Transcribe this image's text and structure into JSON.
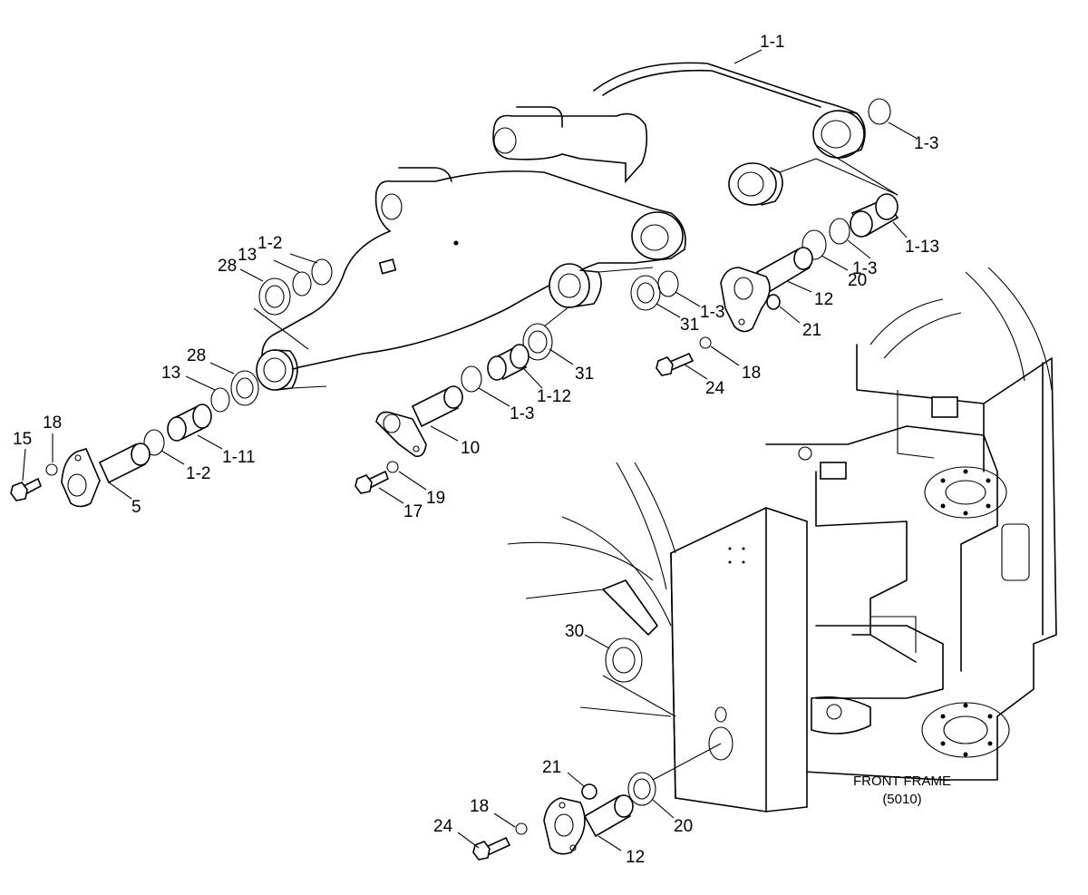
{
  "labels": [
    {
      "id": "p1-1",
      "text": "1-1"
    },
    {
      "id": "p1-3a",
      "text": "1-3"
    },
    {
      "id": "p1-13",
      "text": "1-13"
    },
    {
      "id": "p1-3b",
      "text": "1-3"
    },
    {
      "id": "p20a",
      "text": "20"
    },
    {
      "id": "p12a",
      "text": "12"
    },
    {
      "id": "p21a",
      "text": "21"
    },
    {
      "id": "p18a",
      "text": "18"
    },
    {
      "id": "p24a",
      "text": "24"
    },
    {
      "id": "p31a",
      "text": "31"
    },
    {
      "id": "p1-3c",
      "text": "1-3"
    },
    {
      "id": "p31b",
      "text": "31"
    },
    {
      "id": "p1-12",
      "text": "1-12"
    },
    {
      "id": "p1-3d",
      "text": "1-3"
    },
    {
      "id": "p10",
      "text": "10"
    },
    {
      "id": "p19",
      "text": "19"
    },
    {
      "id": "p17",
      "text": "17"
    },
    {
      "id": "p28a",
      "text": "28"
    },
    {
      "id": "p13a",
      "text": "13"
    },
    {
      "id": "p1-2a",
      "text": "1-2"
    },
    {
      "id": "p28b",
      "text": "28"
    },
    {
      "id": "p13b",
      "text": "13"
    },
    {
      "id": "p1-11",
      "text": "1-11"
    },
    {
      "id": "p1-2b",
      "text": "1-2"
    },
    {
      "id": "p15",
      "text": "15"
    },
    {
      "id": "p18b",
      "text": "18"
    },
    {
      "id": "p5",
      "text": "5"
    },
    {
      "id": "p30",
      "text": "30"
    },
    {
      "id": "p21b",
      "text": "21"
    },
    {
      "id": "p18c",
      "text": "18"
    },
    {
      "id": "p24b",
      "text": "24"
    },
    {
      "id": "p20b",
      "text": "20"
    },
    {
      "id": "p12b",
      "text": "12"
    }
  ],
  "caption": {
    "line1": "FRONT FRAME",
    "line2": "(5010)"
  }
}
